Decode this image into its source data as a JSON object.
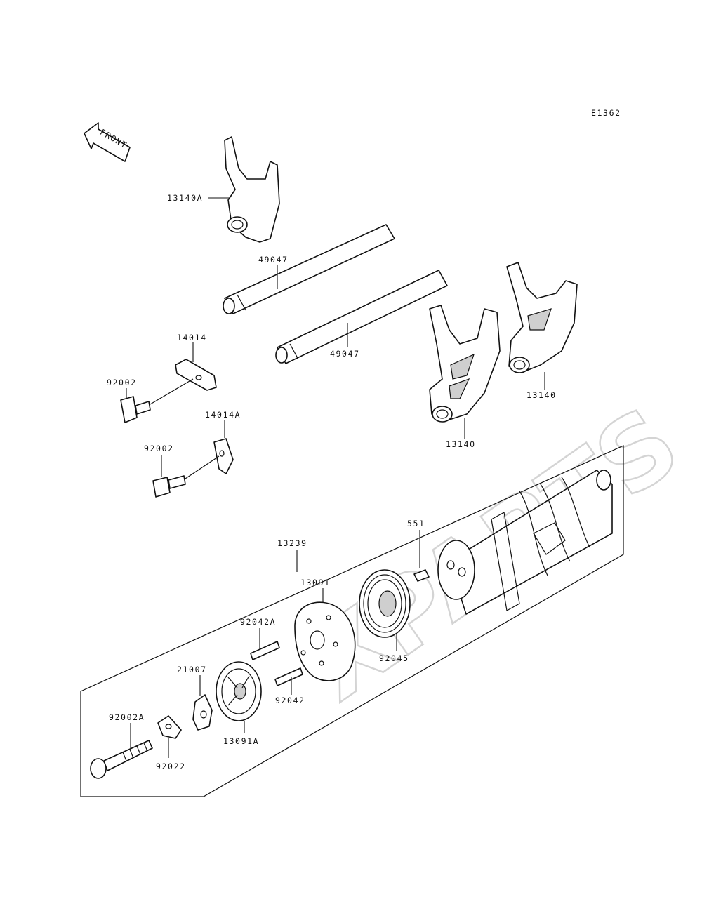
{
  "diagram_code": "E1362",
  "watermark": "XPARTS",
  "front_label": "FRONT",
  "parts": {
    "fork_13140A": "13140A",
    "shaft_upper": "49047",
    "shaft_lower": "49047",
    "plate_14014": "14014",
    "bolt_upper": "92002",
    "plate_14014A": "14014A",
    "bolt_lower": "92002",
    "fork_13140_left": "13140",
    "fork_13140_right": "13140",
    "drum_13239": "13239",
    "pin_551": "551",
    "holder_13091": "13091",
    "bearing_92045": "92045",
    "pin_92042A": "92042A",
    "pin_92042": "92042",
    "lever_21007": "21007",
    "plate_13091A": "13091A",
    "bolt_92002A": "92002A",
    "washer_92022": "92022"
  }
}
